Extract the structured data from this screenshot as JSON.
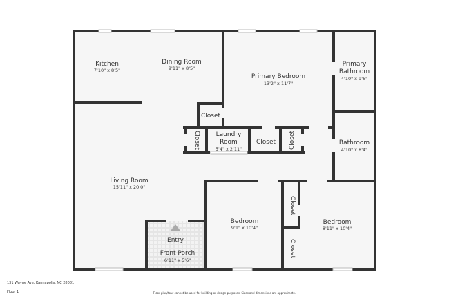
{
  "rooms": {
    "kitchen": {
      "name": "Kitchen",
      "dim": "7'10\" x 8'5\""
    },
    "dining": {
      "name": "Dining Room",
      "dim": "9'11\" x 8'5\""
    },
    "primary_bedroom": {
      "name": "Primary Bedroom",
      "dim": "13'2\" x 11'7\""
    },
    "primary_bath": {
      "name1": "Primary",
      "name2": "Bathroom",
      "dim": "4'10\" x 9'6\""
    },
    "closet": "Closet",
    "laundry": {
      "name1": "Laundry",
      "name2": "Room",
      "dim": "5'4\" x 2'11\""
    },
    "bathroom": {
      "name": "Bathroom",
      "dim": "4'10\" x 8'4\""
    },
    "living": {
      "name": "Living Room",
      "dim": "15'11\" x 20'0\""
    },
    "bedroom2": {
      "name": "Bedroom",
      "dim": "9'1\" x 10'4\""
    },
    "bedroom3": {
      "name": "Bedroom",
      "dim": "8'11\" x 10'4\""
    },
    "entry": "Entry",
    "porch": {
      "name": "Front Porch",
      "dim": "6'11\" x 5'6\""
    }
  },
  "footer": {
    "address": "131 Wayne Ave, Kannapolis, NC 28081",
    "floor": "Floor 1",
    "disclaimer": "Floor plan/tour cannot be used for building or design purposes. Sizes and dimensions are approximate."
  }
}
